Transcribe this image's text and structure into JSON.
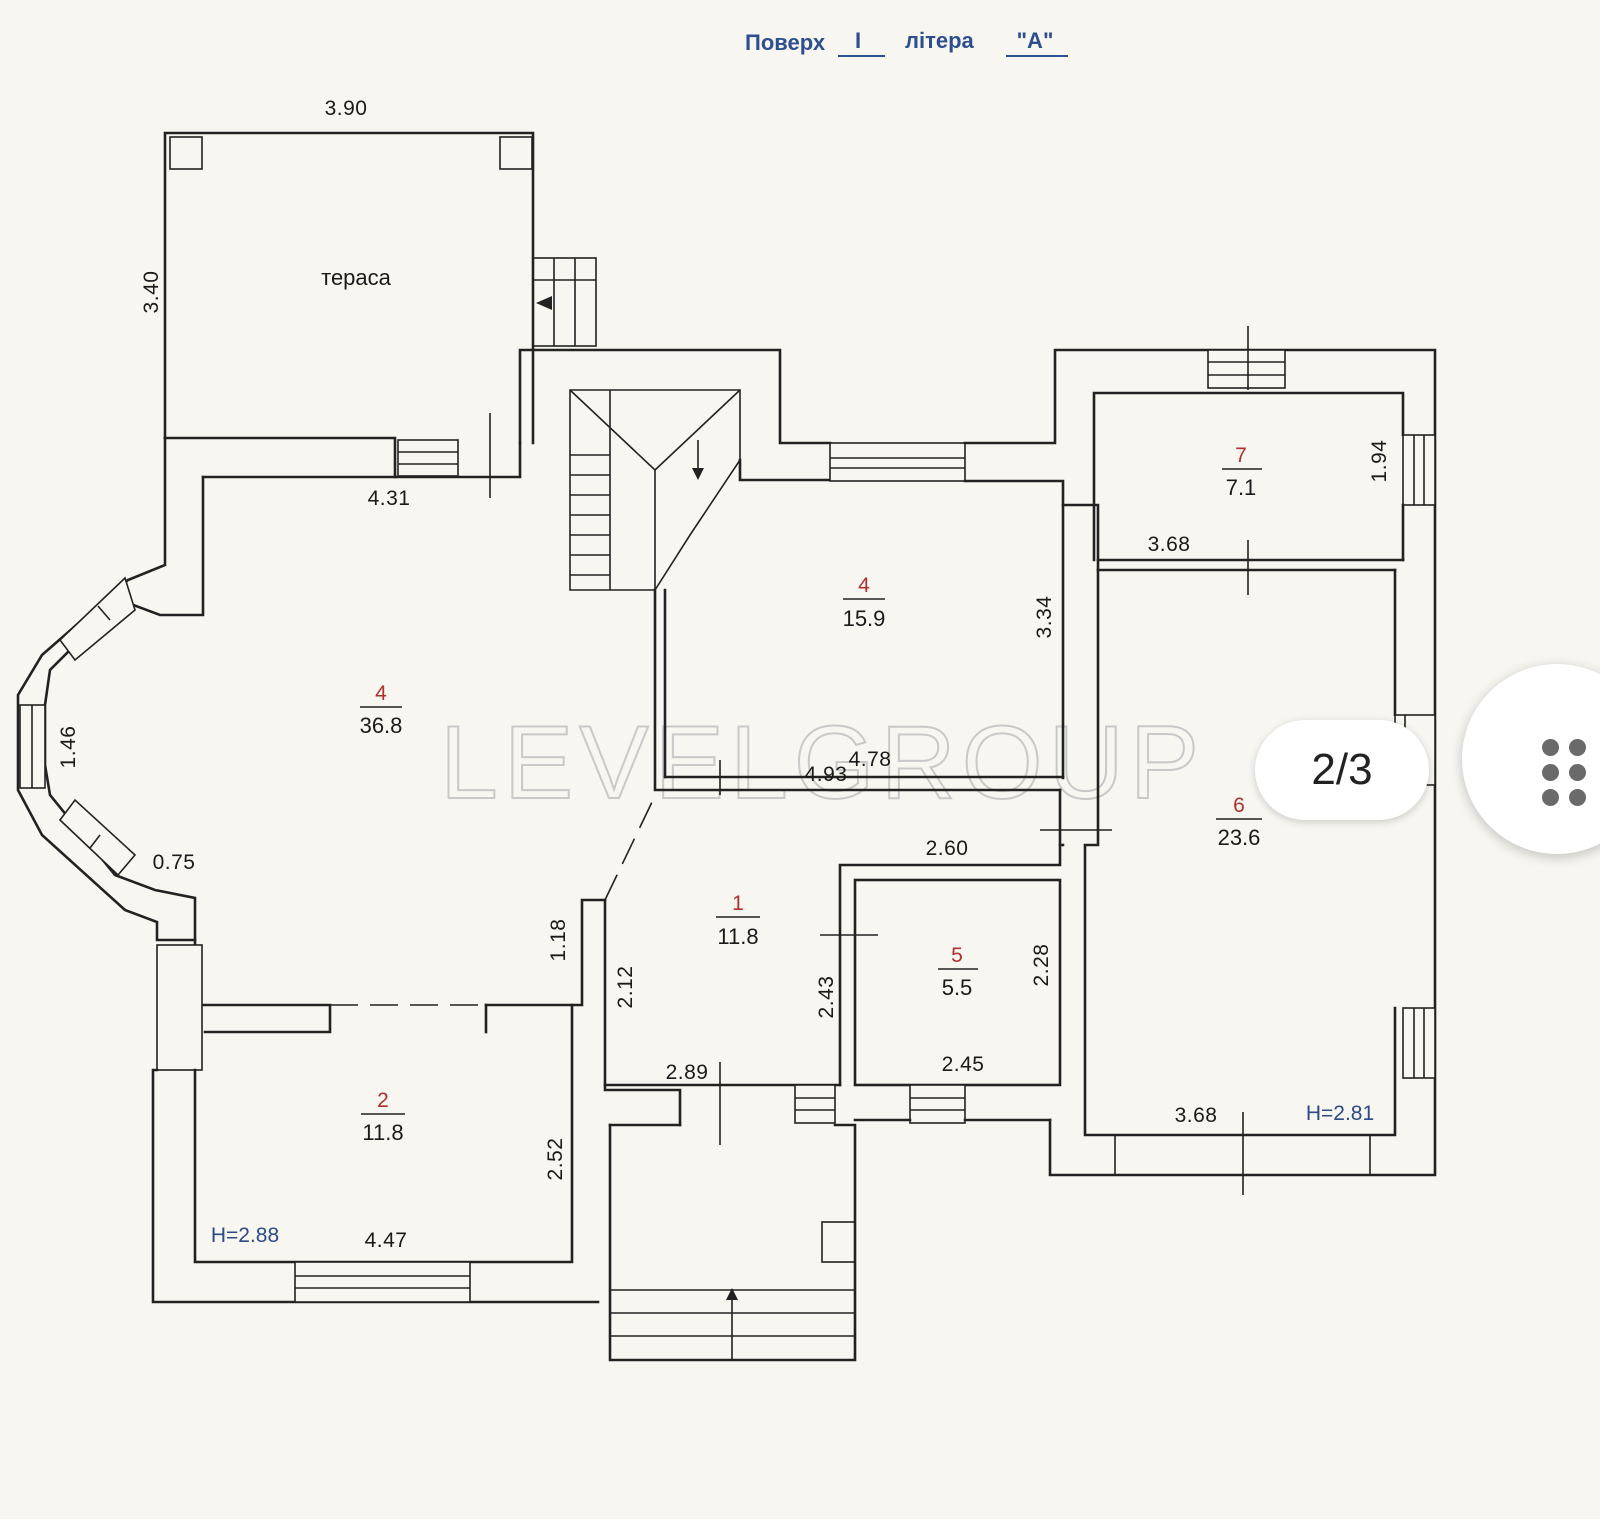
{
  "header": {
    "floor_label": "Поверх",
    "floor_value": "I",
    "letter_label": "літера",
    "letter_value": "\"А\""
  },
  "rooms": [
    {
      "id": "terrace",
      "label": "тераса"
    },
    {
      "id": "r4a",
      "number": "4",
      "area": "36.8"
    },
    {
      "id": "r4b",
      "number": "4",
      "area": "15.9"
    },
    {
      "id": "r7",
      "number": "7",
      "area": "7.1"
    },
    {
      "id": "r6",
      "number": "6",
      "area": "23.6"
    },
    {
      "id": "r1",
      "number": "1",
      "area": "11.8"
    },
    {
      "id": "r5",
      "number": "5",
      "area": "5.5"
    },
    {
      "id": "r2",
      "number": "2",
      "area": "11.8"
    }
  ],
  "dimensions": [
    "3.90",
    "3.40",
    "4.31",
    "1.46",
    "0.75",
    "1.18",
    "2.12",
    "2.89",
    "2.43",
    "2.28",
    "2.45",
    "2.60",
    "4.93",
    "4.78",
    "3.34",
    "3.68",
    "1.94",
    "3.68",
    "2.52",
    "4.47"
  ],
  "heights": {
    "left": "H=2.88",
    "right": "H=2.81"
  },
  "watermark": "LEVELGROUP",
  "pager": {
    "text": "2/3"
  },
  "icons": [
    "grid-dots-icon"
  ]
}
